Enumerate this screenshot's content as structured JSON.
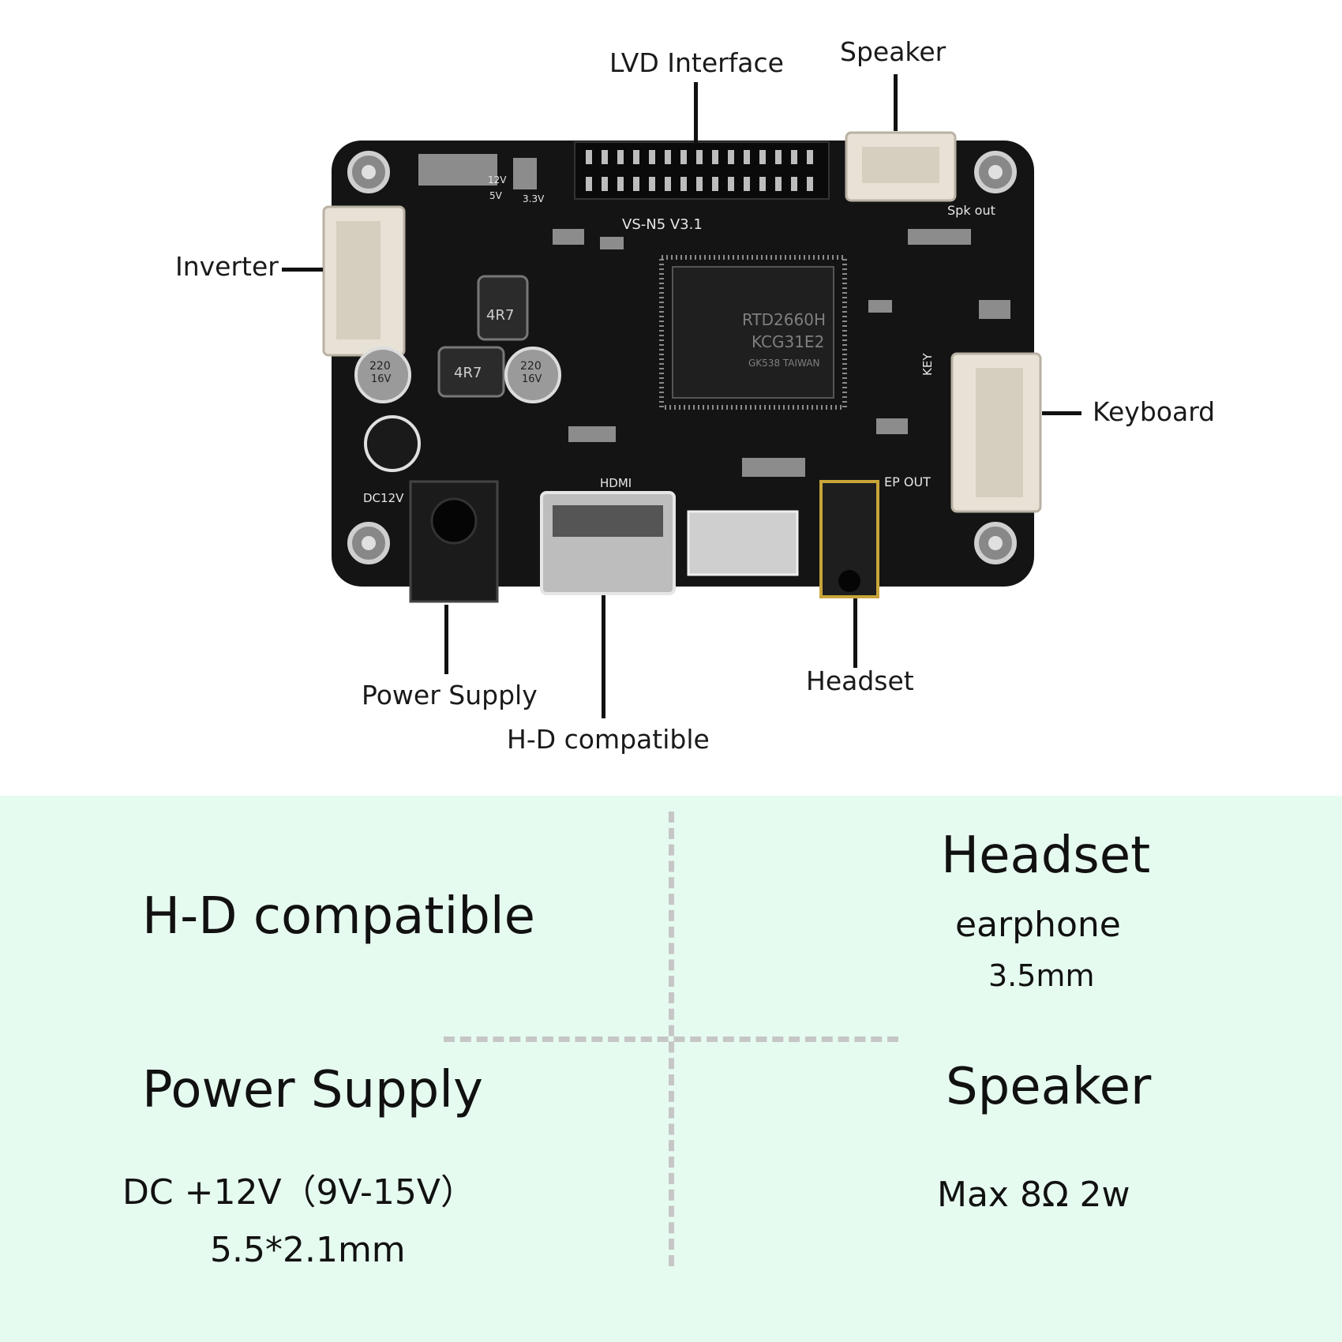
{
  "callouts": {
    "lvds": "LVD Interface",
    "speaker": "Speaker",
    "inverter": "Inverter",
    "keyboard": "Keyboard",
    "power": "Power Supply",
    "hdmi": "H-D compatible",
    "headset": "Headset"
  },
  "board_silkscreen": {
    "model": "VS-N5  V3.1",
    "chip_line1": "RTD2660H",
    "chip_line2": "KCG31E2",
    "chip_line3": "GK538 TAIWAN",
    "hdmi_label": "HDMI",
    "dc_label": "DC12V",
    "spk_label": "Spk out",
    "ep_label": "EP OUT",
    "key_label": "KEY",
    "inductor": "4R7",
    "cap_value": "220",
    "cap_voltage": "16V",
    "v12": "12V",
    "v5": "5V",
    "v33": "3.3V"
  },
  "specs": {
    "hdmi": {
      "title": "H-D compatible"
    },
    "headset": {
      "title": "Headset",
      "line1": "earphone",
      "line2": "3.5mm"
    },
    "power": {
      "title": "Power Supply",
      "line1": "DC +12V（9V-15V）",
      "line2": "5.5*2.1mm"
    },
    "speaker": {
      "title": "Speaker",
      "line1": "Max 8Ω 2w"
    }
  },
  "colors": {
    "board": "#141414",
    "panel_background": "#e6fbf0",
    "divider": "#c6c6c6",
    "connector": "#e8e2d6"
  }
}
